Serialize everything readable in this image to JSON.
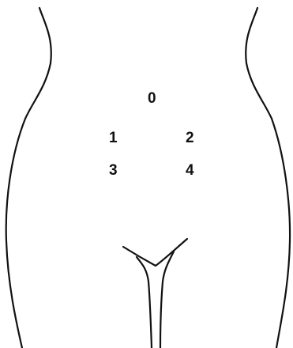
{
  "diagram": {
    "regions": [
      {
        "id": "region-0",
        "label": "0"
      },
      {
        "id": "region-1",
        "label": "1"
      },
      {
        "id": "region-2",
        "label": "2"
      },
      {
        "id": "region-3",
        "label": "3"
      },
      {
        "id": "region-4",
        "label": "4"
      }
    ],
    "colors": {
      "outline": "#111111",
      "label": "#111111",
      "background": "#ffffff"
    }
  }
}
